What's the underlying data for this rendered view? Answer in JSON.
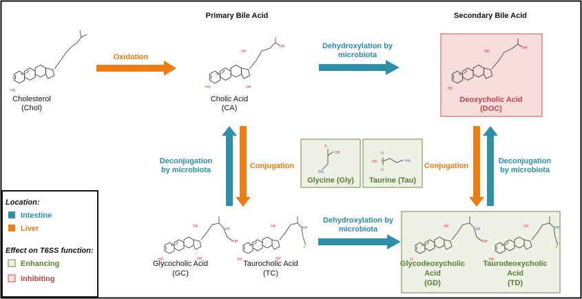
{
  "headers": {
    "primary": "Primary Bile Acid",
    "secondary": "Secondary Bile Acid"
  },
  "compounds": {
    "chol": {
      "name": "Cholesterol",
      "abbr": "(Chol)"
    },
    "ca": {
      "name": "Cholic Acid",
      "abbr": "(CA)"
    },
    "doc": {
      "name": "Deoxycholic Acid",
      "abbr": "(DOC)"
    },
    "gc": {
      "name": "Glycocholic Acid",
      "abbr": "(GC)"
    },
    "tc": {
      "name": "Taurocholic Acid",
      "abbr": "(TC)"
    },
    "gd": {
      "line1": "Glycodeoxycholic",
      "line2": "Acid",
      "abbr": "(GD)"
    },
    "td": {
      "line1": "Taurodeoxycholic",
      "line2": "Acid",
      "abbr": "(TD)"
    },
    "gly": {
      "name": "Glycine (Gly)"
    },
    "tau": {
      "name": "Taurine (Tau)"
    }
  },
  "arrows": {
    "oxidation": "Oxidation",
    "dehyd_top": [
      "Dehydroxylation by",
      "microbiota"
    ],
    "dehyd_bottom": [
      "Dehydroxylation by",
      "microbiota"
    ],
    "deconj_left": [
      "Deconjugation",
      "by microbiota"
    ],
    "conj_left": "Conjugation",
    "conj_right": "Conjugation",
    "deconj_right": [
      "Deconjugation",
      "by microbiota"
    ]
  },
  "legend": {
    "location_title": "Location:",
    "intestine": "Intestine",
    "liver": "Liver",
    "effect_title": "Effect on T6SS function:",
    "enhancing": "Enhancing",
    "inhibiting": "Inhibiting"
  },
  "colors": {
    "intestine": "#2e8fa8",
    "liver": "#ec7c14",
    "enhancing_fill": "#eef2e6",
    "enhancing_border": "#6b8a3a",
    "inhibiting_fill": "#f7dcdc",
    "inhibiting_border": "#c0504d"
  }
}
